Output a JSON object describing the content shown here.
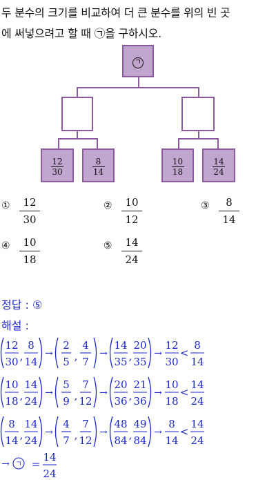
{
  "question": {
    "line1": "두 분수의 크기를 비교하여 더 큰 분수를 위의 빈 곳",
    "line2": "에 써넣으려고 할 때 ㉠을 구하시오."
  },
  "diagram": {
    "top_label": "ㄱ",
    "bottom": [
      {
        "num": "12",
        "den": "30"
      },
      {
        "num": "8",
        "den": "14"
      },
      {
        "num": "10",
        "den": "18"
      },
      {
        "num": "14",
        "den": "24"
      }
    ]
  },
  "options": [
    {
      "mark": "①",
      "num": "12",
      "den": "30"
    },
    {
      "mark": "②",
      "num": "10",
      "den": "12"
    },
    {
      "mark": "③",
      "num": "8",
      "den": "14"
    },
    {
      "mark": "④",
      "num": "10",
      "den": "18"
    },
    {
      "mark": "⑤",
      "num": "14",
      "den": "24"
    }
  ],
  "answer": {
    "label": "정답 :",
    "value": "⑤",
    "explain_label": "해설 :"
  },
  "solution_rows": [
    {
      "pair": [
        [
          "12",
          "30"
        ],
        [
          "8",
          "14"
        ]
      ],
      "step1": [
        [
          "2",
          "5"
        ],
        [
          "4",
          "7"
        ]
      ],
      "step2": [
        [
          "14",
          "35"
        ],
        [
          "20",
          "35"
        ]
      ],
      "result": [
        [
          "12",
          "30"
        ],
        [
          "8",
          "14"
        ]
      ],
      "cmp": "<"
    },
    {
      "pair": [
        [
          "10",
          "18"
        ],
        [
          "14",
          "24"
        ]
      ],
      "step1": [
        [
          "5",
          "9"
        ],
        [
          "7",
          "12"
        ]
      ],
      "step2": [
        [
          "20",
          "36"
        ],
        [
          "21",
          "36"
        ]
      ],
      "result": [
        [
          "10",
          "18"
        ],
        [
          "14",
          "24"
        ]
      ],
      "cmp": "<"
    },
    {
      "pair": [
        [
          "8",
          "14"
        ],
        [
          "14",
          "24"
        ]
      ],
      "step1": [
        [
          "4",
          "7"
        ],
        [
          "7",
          "12"
        ]
      ],
      "step2": [
        [
          "48",
          "84"
        ],
        [
          "49",
          "84"
        ]
      ],
      "result": [
        [
          "8",
          "14"
        ],
        [
          "14",
          "24"
        ]
      ],
      "cmp": "<"
    }
  ],
  "final": {
    "symbol": "ㄱ",
    "num": "14",
    "den": "24"
  }
}
